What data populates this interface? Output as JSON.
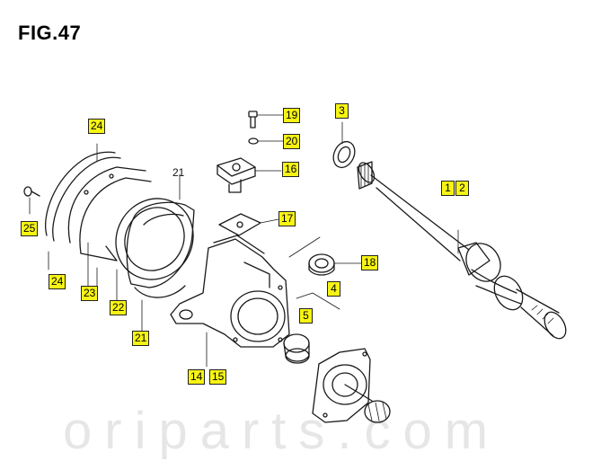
{
  "title": "FIG.47",
  "watermark": "oriparts.com",
  "callouts": [
    {
      "id": "c24-top",
      "label": "24"
    },
    {
      "id": "c19",
      "label": "19"
    },
    {
      "id": "c20",
      "label": "20"
    },
    {
      "id": "c3",
      "label": "3"
    },
    {
      "id": "c16",
      "label": "16"
    },
    {
      "id": "c1",
      "label": "1"
    },
    {
      "id": "c2",
      "label": "2"
    },
    {
      "id": "c25",
      "label": "25"
    },
    {
      "id": "c17",
      "label": "17"
    },
    {
      "id": "c18",
      "label": "18"
    },
    {
      "id": "c4",
      "label": "4"
    },
    {
      "id": "c24-bottom",
      "label": "24"
    },
    {
      "id": "c23",
      "label": "23"
    },
    {
      "id": "c22",
      "label": "22"
    },
    {
      "id": "c5",
      "label": "5"
    },
    {
      "id": "c21",
      "label": "21"
    },
    {
      "id": "c14",
      "label": "14"
    },
    {
      "id": "c15",
      "label": "15"
    }
  ],
  "plain_labels": [
    {
      "label": "21"
    }
  ],
  "colors": {
    "callout_fill": "#f7f414",
    "line": "#1a1a1a",
    "watermark": "#e6e6e6"
  }
}
